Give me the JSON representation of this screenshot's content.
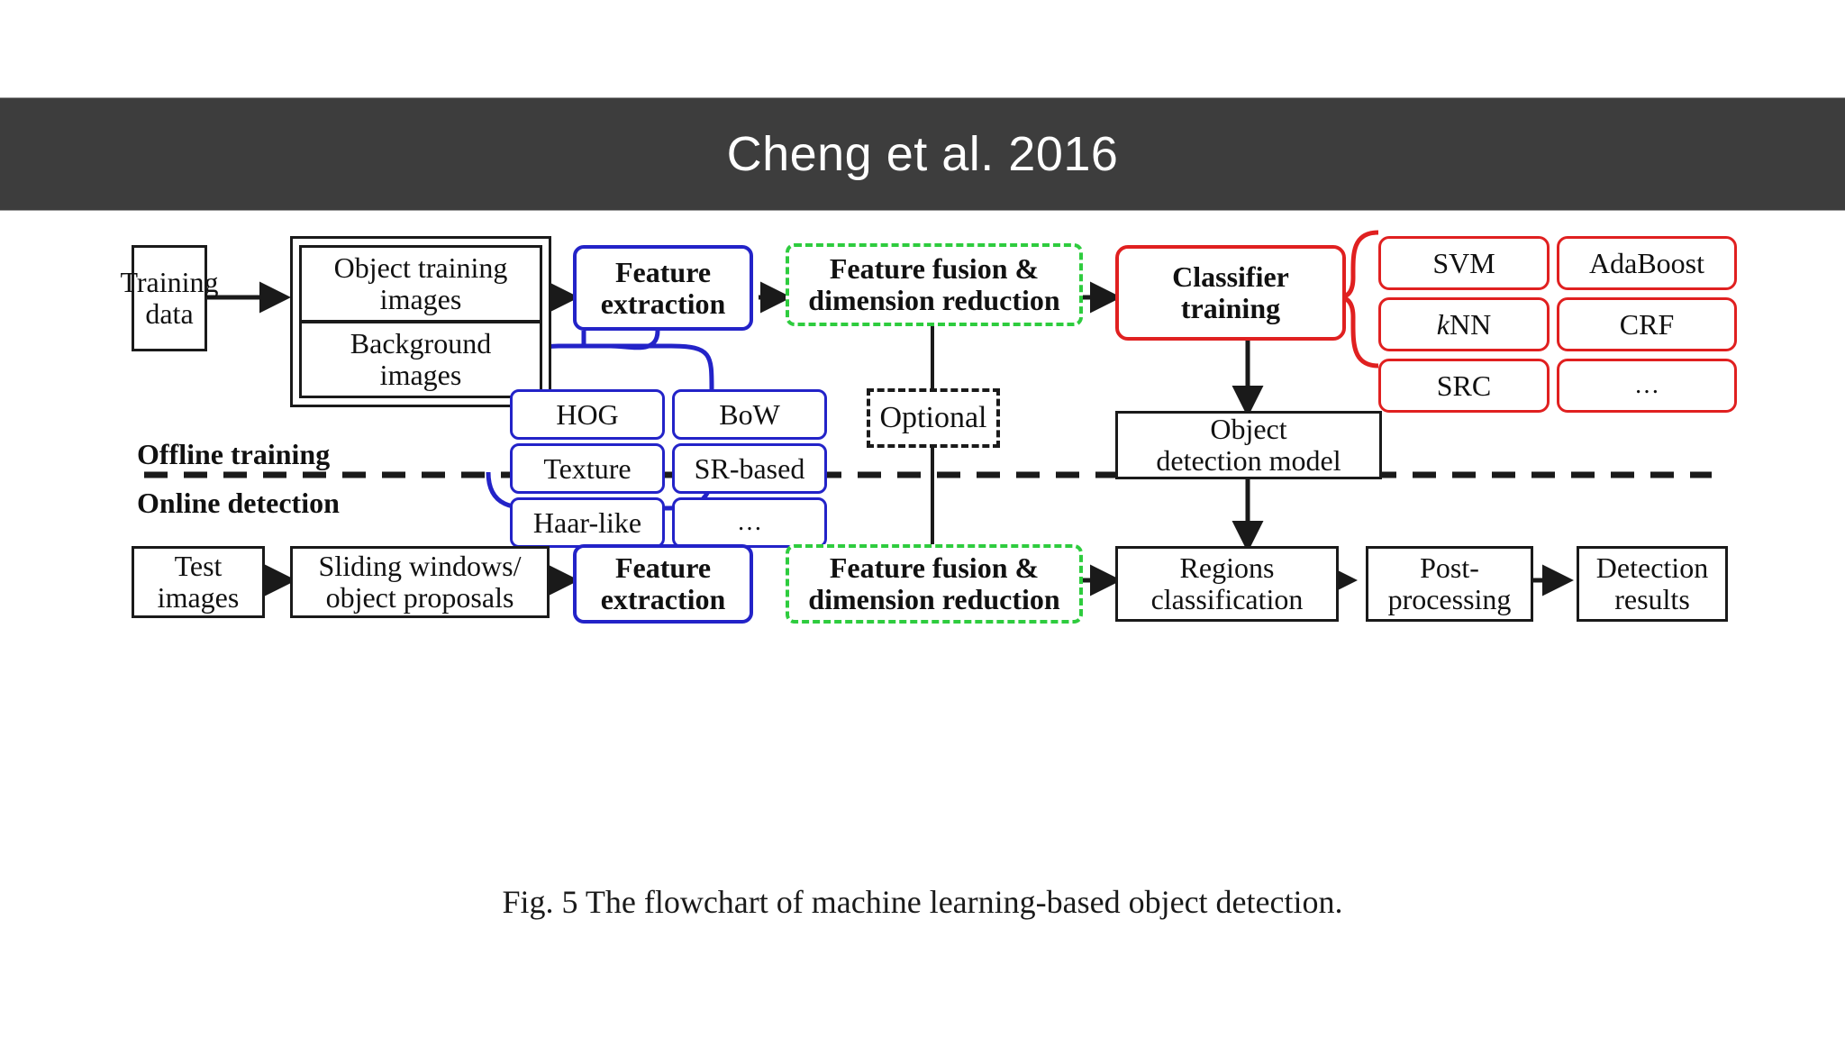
{
  "slide": {
    "title": "Cheng et al. 2016",
    "header_bg": "#3d3d3d",
    "header_fg": "#ffffff"
  },
  "figure": {
    "caption": "Fig. 5 The flowchart of machine learning-based object detection.",
    "colors": {
      "black": "#1a1a1a",
      "blue": "#2323c8",
      "green": "#2ecc3e",
      "red": "#e02020"
    },
    "phase_labels": {
      "offline": "Offline training",
      "online": "Online detection"
    },
    "offline_row": {
      "training_data": "Training\ndata",
      "object_training_images": "Object training\nimages",
      "background_images": "Background\nimages",
      "feature_extraction": "Feature\nextraction",
      "feature_fusion": "Feature fusion &\ndimension reduction",
      "classifier_training": "Classifier\ntraining",
      "object_detection_model": "Object\ndetection model"
    },
    "feature_options": [
      "HOG",
      "BoW",
      "Texture",
      "SR-based",
      "Haar-like",
      "…"
    ],
    "classifier_options": [
      "SVM",
      "AdaBoost",
      "kNN",
      "CRF",
      "SRC",
      "…"
    ],
    "optional_box": "Optional",
    "online_row": {
      "test_images": "Test\nimages",
      "sliding_windows": "Sliding windows/\nobject proposals",
      "feature_extraction": "Feature\nextraction",
      "feature_fusion": "Feature fusion &\ndimension reduction",
      "regions_classification": "Regions\nclassification",
      "post_processing": "Post-\nprocessing",
      "detection_results": "Detection\nresults"
    }
  }
}
